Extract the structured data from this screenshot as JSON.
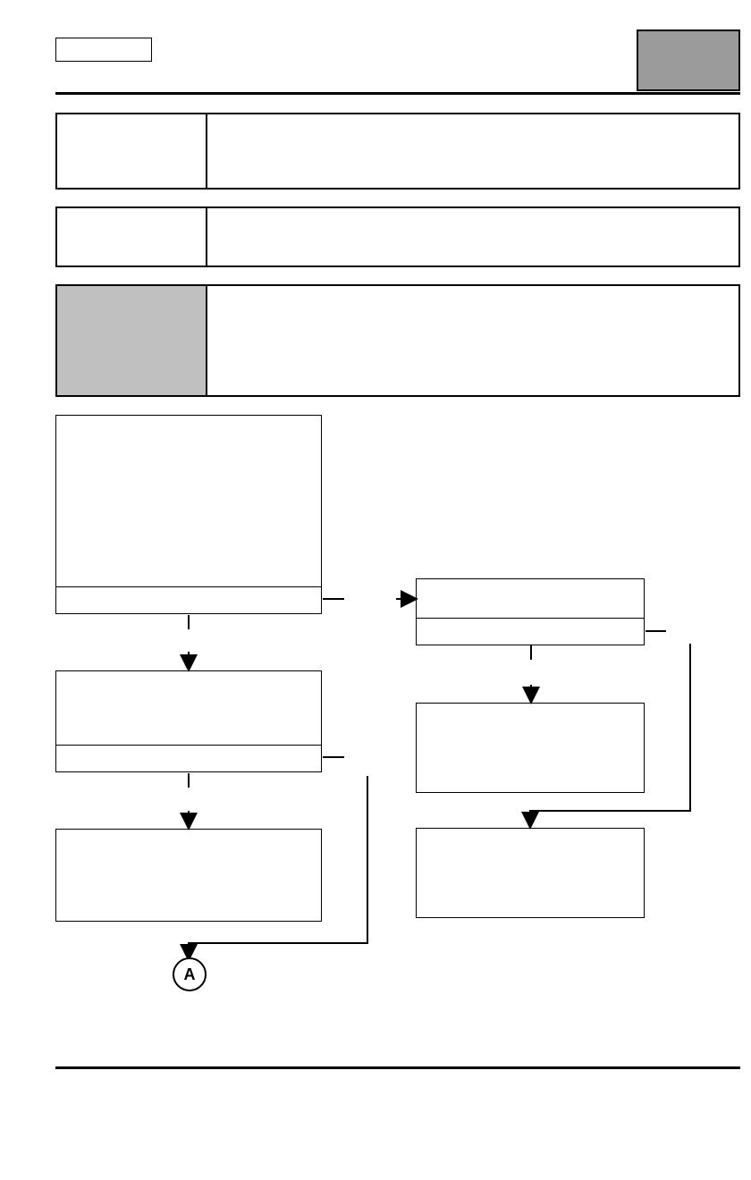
{
  "header": {
    "code_box_text": "",
    "corner_tab_text": "",
    "corner_tab_color": "#9b9b9b"
  },
  "info_rows": [
    {
      "label": "",
      "content": ""
    },
    {
      "label": "",
      "content": ""
    },
    {
      "label": "",
      "content": "",
      "label_bg": "#c0c0c0"
    }
  ],
  "flowchart": {
    "steps": [
      {
        "id": "step1",
        "text": "",
        "answer": ""
      },
      {
        "id": "step2",
        "text": "",
        "answer": ""
      },
      {
        "id": "step3",
        "text": ""
      },
      {
        "id": "step4",
        "text": "",
        "answer": ""
      },
      {
        "id": "step5",
        "text": ""
      },
      {
        "id": "step6",
        "text": ""
      }
    ],
    "connector_label": "A"
  }
}
